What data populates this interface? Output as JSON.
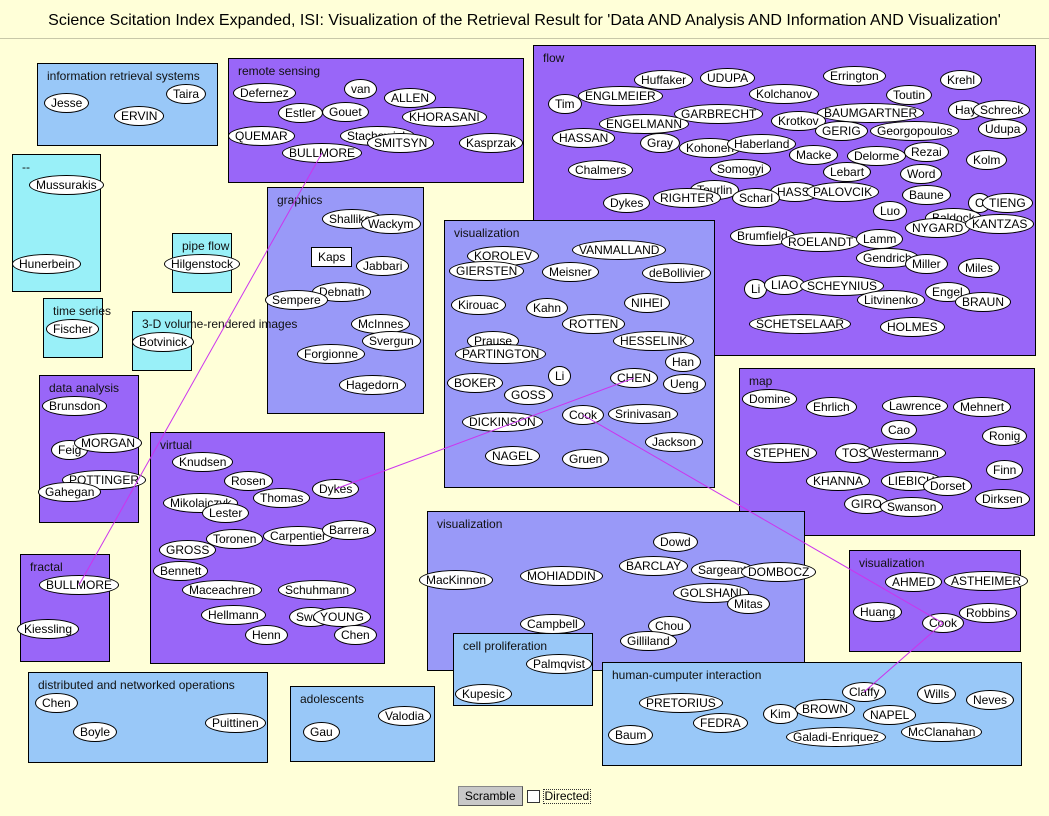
{
  "page": {
    "title": "Science Scitation Index Expanded, ISI: Visualization of the Retrieval Result for 'Data AND Analysis AND Information AND Visualization'"
  },
  "colors": {
    "background": "#ffffd8",
    "light_blue": "#99c8f8",
    "periwinkle": "#9999f8",
    "purple": "#9966f8",
    "cyan": "#99f0f8",
    "edge": "#cc33ee"
  },
  "clusters": [
    {
      "id": "c1",
      "label": "information retrieval systems",
      "color": "light_blue",
      "nodes": [
        "Jesse",
        "Taira",
        "ERVIN"
      ]
    },
    {
      "id": "c2",
      "label": "remote sensing",
      "color": "purple",
      "nodes": [
        "Defernez",
        "van",
        "ALLEN",
        "Estler",
        "Gouet",
        "KHORASANI",
        "QUEMAR",
        "Stachowiak",
        "SMITSYN",
        "BULLMORE",
        "Kasprzak"
      ]
    },
    {
      "id": "c3",
      "label": "flow",
      "color": "purple",
      "nodes": [
        "Huffaker",
        "UDUPA",
        "Errington",
        "Krehl",
        "Tim",
        "ENGLMEIER",
        "Kolchanov",
        "Toutin",
        "HASSAN",
        "ENGELMANN",
        "GARBRECHT",
        "BAUMGARTNER",
        "Hay",
        "Schreck",
        "Udupa",
        "Gray",
        "Krotkov",
        "GERIG",
        "Georgopoulos",
        "Kohonen",
        "Haberland",
        "Macke",
        "Delorme",
        "Rezai",
        "Kolm",
        "Chalmers",
        "Somogyi",
        "Lebart",
        "Word",
        "Tourlin",
        "HASSI",
        "PALOVCIK",
        "Baune",
        "O",
        "TIENG",
        "Dykes",
        "RIGHTER",
        "Scharl",
        "Luo",
        "Baldock",
        "NYGARD",
        "KANTZAS",
        "Brumfield",
        "ROELANDT",
        "Lamm",
        "Gendrich",
        "Miller",
        "Miles",
        "Li",
        "LIAO",
        "SCHEYNIUS",
        "Litvinenko",
        "Engel",
        "BRAUN",
        "SCHETSELAAR",
        "HOLMES"
      ]
    },
    {
      "id": "c4",
      "label": "--",
      "color": "cyan",
      "nodes": [
        "Mussurakis",
        "Hunerbein"
      ]
    },
    {
      "id": "c5",
      "label": "pipe flow",
      "color": "cyan",
      "nodes": [
        "Hilgenstock"
      ]
    },
    {
      "id": "c6",
      "label": "graphics",
      "color": "periwinkle",
      "nodes": [
        "Shalliker",
        "Wackym",
        "Kaps",
        "Jabbari",
        "Debnath",
        "Sempere",
        "McInnes",
        "Svergun",
        "Forgionne",
        "Hagedorn"
      ]
    },
    {
      "id": "c7",
      "label": "time series",
      "color": "cyan",
      "nodes": [
        "Fischer"
      ]
    },
    {
      "id": "c8",
      "label": "3-D volume-rendered images",
      "color": "cyan",
      "nodes": [
        "Botvinick"
      ]
    },
    {
      "id": "c9",
      "label": "visualization",
      "color": "periwinkle",
      "nodes": [
        "KOROLEV",
        "VANMALLAND",
        "GIERSTEN",
        "Meisner",
        "deBollivier",
        "Kirouac",
        "Kahn",
        "NIHEI",
        "ROTTEN",
        "Prause",
        "HESSELINK",
        "PARTINGTON",
        "Han",
        "Li",
        "CHEN",
        "BOKER",
        "Ueng",
        "GOSS",
        "Cook",
        "Srinivasan",
        "DICKINSON",
        "Jackson",
        "NAGEL",
        "Gruen"
      ]
    },
    {
      "id": "c10",
      "label": "map",
      "color": "purple",
      "nodes": [
        "Domine",
        "Ehrlich",
        "Lawrence",
        "Mehnert",
        "Cao",
        "Ronig",
        "STEPHEN",
        "TOS",
        "Westermann",
        "Finn",
        "KHANNA",
        "LIEBICH",
        "Dorset",
        "Dirksen",
        "GIRO",
        "Swanson"
      ]
    },
    {
      "id": "c11",
      "label": "data analysis",
      "color": "purple",
      "nodes": [
        "Brunsdon",
        "Feig",
        "MORGAN",
        "POTTINGER",
        "Gahegan"
      ]
    },
    {
      "id": "c12",
      "label": "virtual",
      "color": "purple",
      "nodes": [
        "Knudsen",
        "Rosen",
        "Dykes",
        "Thomas",
        "Mikolajczyk",
        "Lester",
        "Carpentier",
        "Barrera",
        "Toronen",
        "GROSS",
        "Bennett",
        "Maceachren",
        "Schuhmann",
        "Hellmann",
        "Swan",
        "YOUNG",
        "Henn",
        "Chen"
      ]
    },
    {
      "id": "c13",
      "label": "visualization",
      "color": "periwinkle",
      "nodes": [
        "Dowd",
        "MacKinnon",
        "MOHIADDIN",
        "BARCLAY",
        "Sargeant",
        "DOMBOCZ",
        "GOLSHANI",
        "Mitas",
        "Campbell",
        "Chou",
        "Gilliland"
      ]
    },
    {
      "id": "c14",
      "label": "fractal",
      "color": "purple",
      "nodes": [
        "BULLMORE",
        "Kiessling"
      ]
    },
    {
      "id": "c15",
      "label": "visualization",
      "color": "purple",
      "nodes": [
        "AHMED",
        "ASTHEIMER",
        "Huang",
        "Robbins",
        "Cook"
      ]
    },
    {
      "id": "c16",
      "label": "cell proliferation",
      "color": "light_blue",
      "nodes": [
        "Palmqvist",
        "Kupesic"
      ]
    },
    {
      "id": "c17",
      "label": "distributed and networked operations",
      "color": "light_blue",
      "nodes": [
        "Chen",
        "Boyle",
        "Puittinen"
      ]
    },
    {
      "id": "c18",
      "label": "adolescents",
      "color": "light_blue",
      "nodes": [
        "Valodia",
        "Gau"
      ]
    },
    {
      "id": "c19",
      "label": "human-cumputer interaction",
      "color": "light_blue",
      "nodes": [
        "Claffy",
        "Wills",
        "Neves",
        "PRETORIUS",
        "Kim",
        "BROWN",
        "NAPEL",
        "FEDRA",
        "Baum",
        "Galadi-Enriquez",
        "McClanahan"
      ]
    }
  ],
  "edges": [
    {
      "from": "c14.0",
      "to": "c2.9"
    },
    {
      "from": "c12.2",
      "to": "c9.14"
    },
    {
      "from": "c9.18",
      "to": "c15.4"
    },
    {
      "from": "c15.4",
      "to": "c19.0"
    }
  ],
  "toolbar": {
    "scramble_label": "Scramble",
    "directed_label": "Directed"
  }
}
